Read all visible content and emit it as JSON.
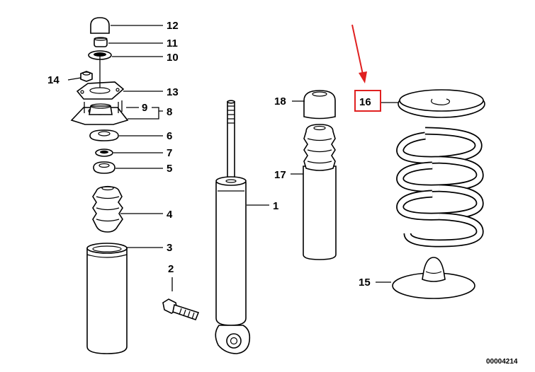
{
  "diagram": {
    "callouts": [
      "12",
      "11",
      "10",
      "14",
      "13",
      "9",
      "8",
      "6",
      "7",
      "5",
      "4",
      "3",
      "2",
      "1",
      "18",
      "17",
      "16",
      "15"
    ],
    "reference_number": "00004214",
    "highlight": {
      "target": "16",
      "color": "#e02020"
    }
  }
}
